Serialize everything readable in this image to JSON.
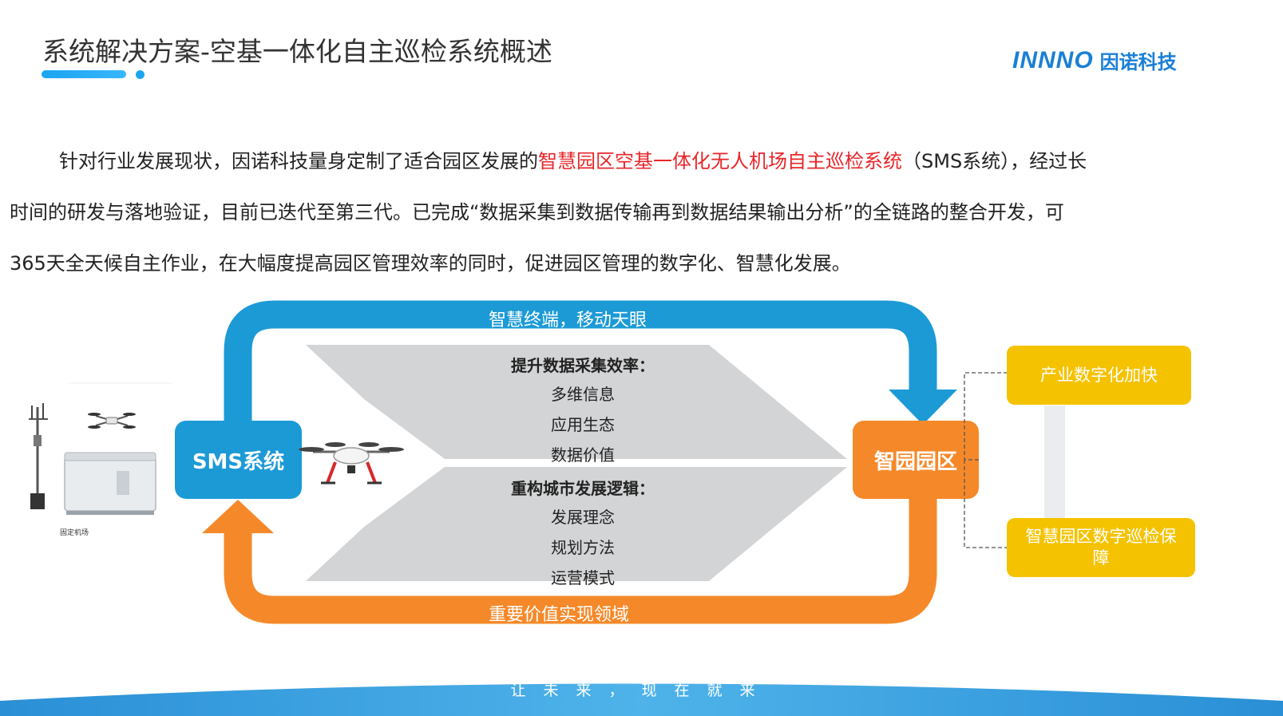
{
  "header": {
    "title": "系统解决方案-空基一体化自主巡检系统概述",
    "logo_mark": "INNNO",
    "logo_cn": "因诺科技"
  },
  "intro": {
    "line1_before": "针对行业发展现状，因诺科技量身定制了适合园区发展的",
    "line1_highlight": "智慧园区空基一体化无人机场自主巡检系统",
    "line1_after": "（SMS系统），经过长",
    "line2": "时间的研发与落地验证，目前已迭代至第三代。已完成“数据采集到数据传输再到数据结果输出分析”的全链路的整合开发，可",
    "line3": "365天全天候自主作业，在大幅度提高园区管理效率的同时，促进园区管理的数字化、智慧化发展。"
  },
  "diagram": {
    "top_arrow_label": "智慧终端，移动天眼",
    "bottom_arrow_label": "重要价值实现领域",
    "left_node": "SMS系统",
    "right_node": "智园园区",
    "upper_box": {
      "heading": "提升数据采集效率：",
      "items": [
        "多维信息",
        "应用生态",
        "数据价值"
      ]
    },
    "lower_box": {
      "heading": "重构城市发展逻辑：",
      "items": [
        "发展理念",
        "规划方法",
        "运营模式"
      ]
    },
    "outcomes": [
      "产业数字化加快",
      "智慧园区数字巡检保障"
    ],
    "equipment_caption": "固定机场"
  },
  "footer": {
    "slogan": "让未来，现在就来"
  },
  "colors": {
    "blue": "#1c9ad6",
    "orange": "#f5892a",
    "yellow": "#f5c200",
    "gray_panel": "#d3d4d6",
    "highlight_red": "#e8262a"
  }
}
